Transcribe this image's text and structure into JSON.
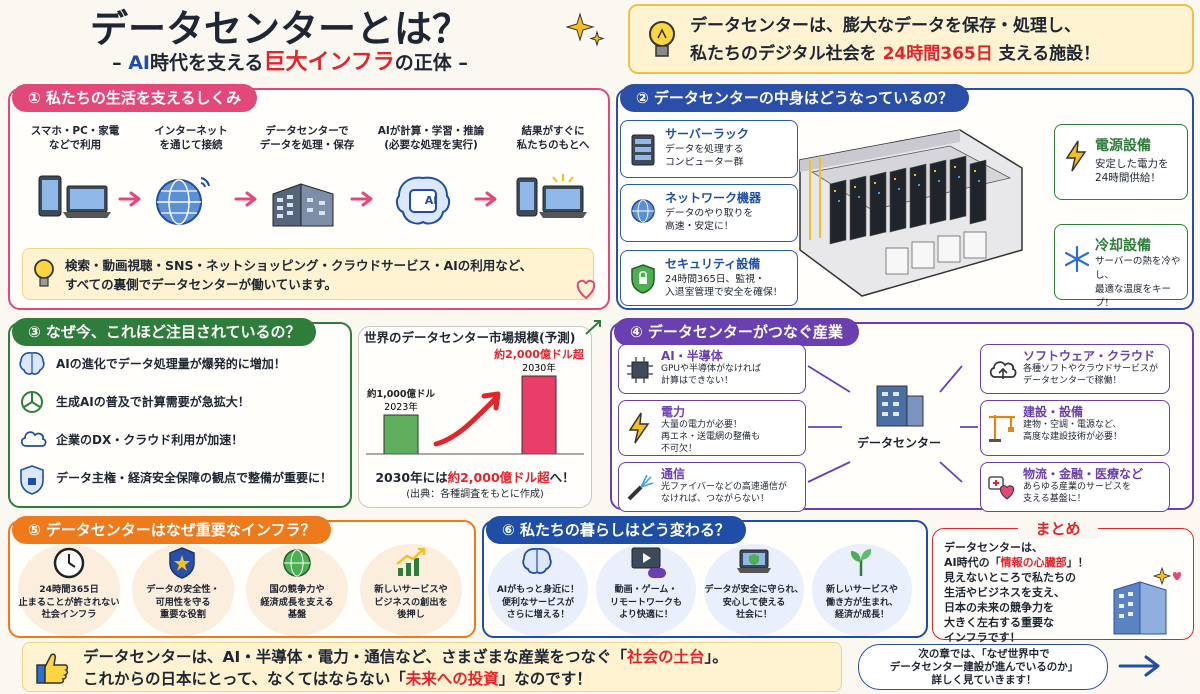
{
  "header": {
    "title": "データセンターとは？",
    "subtitle_pre": "– ",
    "subtitle_ai": "AI",
    "subtitle_mid": "時代を支える",
    "subtitle_red": "巨大インフラ",
    "subtitle_post": "の正体 –",
    "banner_line1": "データセンターは、膨大なデータを保存・処理し、",
    "banner_line2_pre": "私たちのデジタル社会を ",
    "banner_line2_red": "24時間365日",
    "banner_line2_post": " 支える施設！"
  },
  "s1": {
    "title": "① 私たちの生活を支えるしくみ",
    "steps": [
      {
        "text": "スマホ・PC・家電\nなどで利用",
        "icon": "devices-icon"
      },
      {
        "text": "インターネット\nを通じて接続",
        "icon": "globe-icon"
      },
      {
        "text": "データセンターで\nデータを処理・保存",
        "icon": "building-icon"
      },
      {
        "text": "AIが計算・学習・推論\n(必要な処理を実行)",
        "icon": "ai-brain-icon"
      },
      {
        "text": "結果がすぐに\n私たちのもとへ",
        "icon": "phone-laptop-icon"
      }
    ],
    "ai_label": "AI",
    "note_line1": "検索・動画視聴・SNS・ネットショッピング・クラウドサービス・AIの利用など、",
    "note_line2": "すべての裏側でデータセンターが働いています。"
  },
  "s2": {
    "title": "② データセンターの中身はどうなっているの？",
    "cards": [
      {
        "title": "サーバーラック",
        "body": "データを処理する\nコンピューター群",
        "icon": "server-rack-icon"
      },
      {
        "title": "ネットワーク機器",
        "body": "データのやり取りを\n高速・安定に！",
        "icon": "network-globe-icon"
      },
      {
        "title": "セキュリティ設備",
        "body": "24時間365日、監視・\n入退室管理で安全を確保！",
        "icon": "security-shield-icon"
      }
    ],
    "power": {
      "title": "電源設備",
      "body": "安定した電力を\n24時間供給！",
      "icon": "lightning-icon"
    },
    "cooling": {
      "title": "冷却設備",
      "body": "サーバーの熱を冷やし、\n最適な温度をキープ！",
      "icon": "snowflake-icon"
    }
  },
  "s3": {
    "title": "③ なぜ今、これほど注目されているの？",
    "items": [
      {
        "text": "AIの進化でデータ処理量が爆発的に増加！",
        "icon": "brain-icon"
      },
      {
        "text": "生成AIの普及で計算需要が急拡大！",
        "icon": "openai-icon"
      },
      {
        "text": "企業のDX・クラウド利用が加速！",
        "icon": "cloud-icon"
      },
      {
        "text": "データ主権・経済安全保障の観点で整備が重要に！",
        "icon": "shield-lock-icon"
      }
    ]
  },
  "chart": {
    "title": "世界のデータセンター市場規模(予測)",
    "bars": [
      {
        "label1": "約1,000億ドル",
        "label2": "2023年",
        "value": 1000,
        "color": "#5fae5b"
      },
      {
        "label1": "約2,000億ドル超",
        "label2": "2030年",
        "value": 2000,
        "color": "#e83e68"
      }
    ],
    "summary_pre": "2030年には",
    "summary_red": "約2,000億ドル超",
    "summary_post": "へ！",
    "source": "(出典：各種調査をもとに作成)"
  },
  "chart_data": {
    "type": "bar",
    "title": "世界のデータセンター市場規模(予測)",
    "categories": [
      "2023年",
      "2030年"
    ],
    "values": [
      1000,
      2000
    ],
    "xlabel": "",
    "ylabel": ""
  },
  "s4": {
    "title": "④ データセンターがつなぐ産業",
    "center_label": "データセンター",
    "left": [
      {
        "title": "AI・半導体",
        "body": "GPUや半導体がなければ\n計算はできない！",
        "icon": "chip-icon"
      },
      {
        "title": "電力",
        "body": "大量の電力が必要！\n再エネ・送電網の整備も\n不可欠！",
        "icon": "power-bolt-icon"
      },
      {
        "title": "通信",
        "body": "光ファイバーなどの高速通信が\nなければ、つながらない！",
        "icon": "fiber-icon"
      }
    ],
    "right": [
      {
        "title": "ソフトウェア・クラウド",
        "body": "各種ソフトやクラウドサービスが\nデータセンターで稼働！",
        "icon": "cloud-upload-icon"
      },
      {
        "title": "建設・設備",
        "body": "建物・空調・電源など、\n高度な建設技術が必要！",
        "icon": "crane-icon"
      },
      {
        "title": "物流・金融・医療など",
        "body": "あらゆる産業のサービスを\n支える基盤に！",
        "icon": "hands-heart-icon"
      }
    ]
  },
  "s5": {
    "title": "⑤ データセンターはなぜ重要なインフラ？",
    "items": [
      {
        "text": "24時間365日\n止まることが許されない\n社会インフラ",
        "icon": "clock-icon"
      },
      {
        "text": "データの安全性・\n可用性を守る\n重要な役割",
        "icon": "shield-icon"
      },
      {
        "text": "国の競争力や\n経済成長を支える\n基盤",
        "icon": "globe-gear-icon"
      },
      {
        "text": "新しいサービスや\nビジネスの創出を\n後押し",
        "icon": "growth-chart-icon"
      }
    ]
  },
  "s6": {
    "title": "⑥ 私たちの暮らしはどう変わる？",
    "items": [
      {
        "text": "AIがもっと身近に！\n便利なサービスが\nさらに増える！",
        "icon": "brain-circle-icon"
      },
      {
        "text": "動画・ゲーム・\nリモートワークも\nより快適に！",
        "icon": "video-game-icon"
      },
      {
        "text": "データが安全に守られ、\n安心して使える\n社会に！",
        "icon": "laptop-shield-icon"
      },
      {
        "text": "新しいサービスや\n働き方が生まれ、\n経済が成長！",
        "icon": "sprout-icon"
      }
    ]
  },
  "summary": {
    "title": "まとめ",
    "lines": [
      "データセンターは、",
      "AI時代の「",
      "情報の心臓部",
      "」！",
      "見えないところで私たちの",
      "生活やビジネスを支え、",
      "日本の未来の競争力を",
      "大きく左右する重要な",
      "インフラです！"
    ]
  },
  "footer": {
    "line1_pre": "データセンターは、AI・半導体・電力・通信など、さまざまな産業をつなぐ「",
    "line1_red": "社会の土台",
    "line1_post": "」。",
    "line2_pre": "これからの日本にとって、なくてはならない「",
    "line2_red": "未来への投資",
    "line2_post": "」なのです！",
    "next_line1": "次の章では、「なぜ世界中で",
    "next_line2": "データセンター建設が進んでいるのか」",
    "next_line3": "詳しく見ていきます！"
  },
  "colors": {
    "pink": "#e2497a",
    "blue": "#2a4fa8",
    "green": "#2e7d3b",
    "purple": "#6a3fb0",
    "orange": "#ef7a1c",
    "navy": "#1e4ea5",
    "red": "#e3242b",
    "cream": "#fff3d2"
  }
}
